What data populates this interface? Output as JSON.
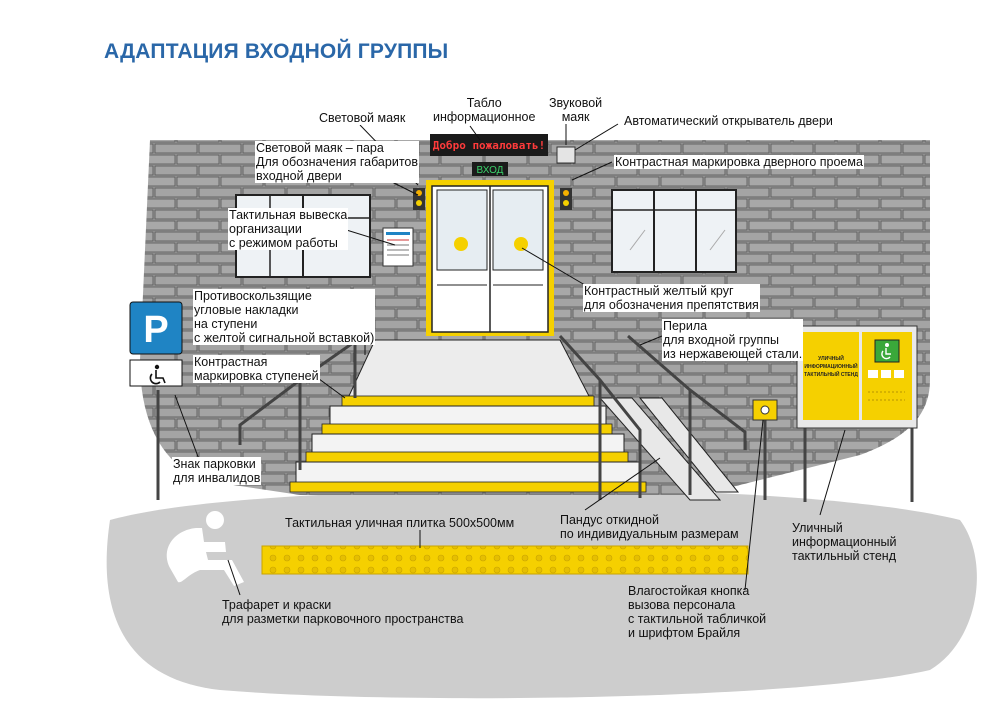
{
  "title": "АДАПТАЦИЯ ВХОДНОЙ ГРУППЫ",
  "colors": {
    "title": "#2a67a8",
    "accent_yellow": "#f5d000",
    "wall": "#9e9e9e",
    "ground": "#c9c9c9",
    "sign_blue": "#1f84c4"
  },
  "scene": {
    "board_text": "Добро пожаловать!",
    "exit_text": "ВХОД",
    "parking_sign_letter": "P",
    "stand_title": "УЛИЧНЫЙ ИНФОРМАЦИОННЫЙ ТАКТИЛЬНЫЙ СТЕНД"
  },
  "labels": {
    "light_beacon": "Световой маяк",
    "info_board": "Табло\nинформационное",
    "sound_beacon": "Звуковой\nмаяк",
    "auto_opener": "Автоматический открыватель двери",
    "beacon_pair": "Световой маяк – пара\nДля обозначения габаритов\nвходной двери",
    "contrast_doorway": "Контрастная маркировка дверного проема",
    "tactile_sign": "Тактильная вывеска\nорганизации\nс режимом работы",
    "yellow_circle": "Контрастный желтый круг\nдля обозначения препятствия",
    "anti_slip": "Противоскользящие\nугловые накладки\nна ступени\nс желтой сигнальной вставкой)",
    "railings": "Перила\nдля входной группы\nиз нержавеющей стали.",
    "contrast_steps": "Контрастная\nмаркировка ступеней",
    "parking_sign": "Знак парковки\nдля инвалидов",
    "tactile_tile": "Тактильная уличная плитка 500х500мм",
    "ramp": "Пандус откидной\nпо индивидуальным размерам",
    "street_stand": "Уличный\nинформационный\nтактильный стенд",
    "call_button": "Влагостойкая кнопка\nвызова персонала\nс тактильной табличкой\nи шрифтом Брайля",
    "stencil": "Трафарет и краски\nдля разметки парковочного пространства"
  }
}
